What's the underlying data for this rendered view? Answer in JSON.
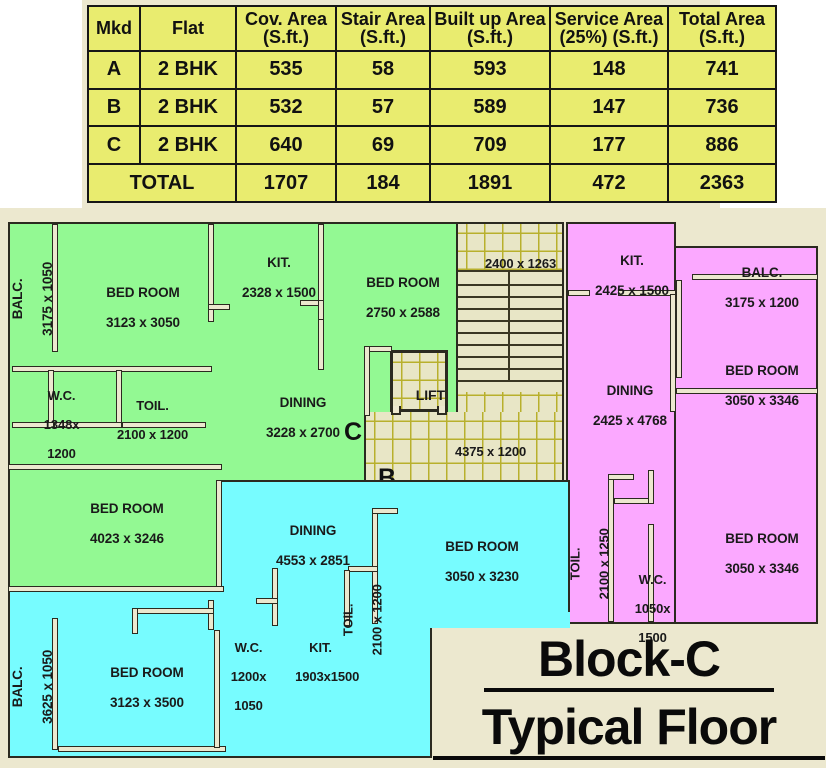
{
  "table": {
    "headers": [
      {
        "l1": "Mkd",
        "l2": ""
      },
      {
        "l1": "Flat",
        "l2": ""
      },
      {
        "l1": "Cov. Area",
        "l2": "(S.ft.)"
      },
      {
        "l1": "Stair Area",
        "l2": "(S.ft.)"
      },
      {
        "l1": "Built up Area",
        "l2": "(S.ft.)"
      },
      {
        "l1": "Service Area",
        "l2": "(25%) (S.ft.)"
      },
      {
        "l1": "Total Area",
        "l2": "(S.ft.)"
      }
    ],
    "rows": [
      {
        "mkd": "A",
        "flat": "2 BHK",
        "cov": "535",
        "stair": "58",
        "built": "593",
        "service": "148",
        "total": "741"
      },
      {
        "mkd": "B",
        "flat": "2 BHK",
        "cov": "532",
        "stair": "57",
        "built": "589",
        "service": "147",
        "total": "736"
      },
      {
        "mkd": "C",
        "flat": "2 BHK",
        "cov": "640",
        "stair": "69",
        "built": "709",
        "service": "177",
        "total": "886"
      }
    ],
    "total_row": {
      "label": "TOTAL",
      "cov": "1707",
      "stair": "184",
      "built": "1891",
      "service": "472",
      "total": "2363"
    }
  },
  "title": {
    "line1": "Block-C",
    "line2": "Typical Floor"
  },
  "flat_marks": {
    "a": "A",
    "b": "B",
    "c": "C"
  },
  "colors": {
    "flat_c_green": "#93F993",
    "flat_a_pink": "#FBA8FF",
    "flat_b_cyan": "#77FCFF",
    "background": "#ECE8CF",
    "table_yellow": "#E9EC6F",
    "wall": "#ECE8CF",
    "wall_line": "#2B2A20",
    "hatch": "#E8E6C6"
  },
  "core": {
    "stair_upper_dim": "2400 x 1263",
    "stair_lower_dim": "4375 x 1200",
    "lift_label": "LIFT"
  },
  "rooms_green": [
    {
      "name": "BALC.",
      "dim": "3175 x 1050"
    },
    {
      "name": "BED ROOM",
      "dim": "3123 x 3050"
    },
    {
      "name": "KIT.",
      "dim": "2328 x 1500"
    },
    {
      "name": "BED ROOM",
      "dim": "2750 x 2588"
    },
    {
      "name": "W.C.",
      "dim": "1348x\n1200"
    },
    {
      "name": "TOIL.",
      "dim": "2100 x 1200"
    },
    {
      "name": "DINING",
      "dim": "3228 x 2700"
    },
    {
      "name": "BED ROOM",
      "dim": "4023 x 3246"
    }
  ],
  "rooms_pink": [
    {
      "name": "KIT.",
      "dim": "2425 x 1500"
    },
    {
      "name": "BALC.",
      "dim": "3175 x 1200"
    },
    {
      "name": "DINING",
      "dim": "2425 x 4768"
    },
    {
      "name": "BED ROOM",
      "dim": "3050 x 3346"
    },
    {
      "name": "TOIL.",
      "dim": "2100 x 1250"
    },
    {
      "name": "W.C.",
      "dim": "1050x\n1500"
    },
    {
      "name": "BED ROOM",
      "dim": "3050 x 3346"
    }
  ],
  "rooms_cyan": [
    {
      "name": "DINING",
      "dim": "4553 x 2851"
    },
    {
      "name": "BED ROOM",
      "dim": "3050 x 3230"
    },
    {
      "name": "TOIL.",
      "dim": "2100 x 1200"
    },
    {
      "name": "KIT.",
      "dim": "1903x1500"
    },
    {
      "name": "W.C.",
      "dim": "1200x\n1050"
    },
    {
      "name": "BALC.",
      "dim": "3625 x 1050"
    },
    {
      "name": "BED ROOM",
      "dim": "3123 x 3500"
    }
  ],
  "labels": {
    "balc_green": "BALC.",
    "balc_green_dim": "3175 x 1050",
    "bed_g1": "BED ROOM",
    "bed_g1_dim": "3123 x 3050",
    "kit_g": "KIT.",
    "kit_g_dim": "2328 x 1500",
    "bed_g2": "BED ROOM",
    "bed_g2_dim": "2750 x 2588",
    "wc_g": "W.C.",
    "wc_g_dim1": "1348x",
    "wc_g_dim2": "1200",
    "toil_g": "TOIL.",
    "toil_g_dim": "2100 x 1200",
    "dining_g": "DINING",
    "dining_g_dim": "3228 x 2700",
    "bed_g3": "BED ROOM",
    "bed_g3_dim": "4023 x 3246",
    "kit_p": "KIT.",
    "kit_p_dim": "2425 x 1500",
    "balc_p": "BALC.",
    "balc_p_dim": "3175 x 1200",
    "dining_p": "DINING",
    "dining_p_dim": "2425 x 4768",
    "bed_p1": "BED ROOM",
    "bed_p1_dim": "3050 x 3346",
    "toil_p": "TOIL.",
    "toil_p_dim": "2100 x 1250",
    "wc_p": "W.C.",
    "wc_p_dim1": "1050x",
    "wc_p_dim2": "1500",
    "bed_p2": "BED ROOM",
    "bed_p2_dim": "3050 x 3346",
    "dining_c": "DINING",
    "dining_c_dim": "4553 x 2851",
    "bed_c1": "BED ROOM",
    "bed_c1_dim": "3050 x 3230",
    "toil_c": "TOIL.",
    "toil_c_dim": "2100 x 1200",
    "kit_c": "KIT.",
    "kit_c_dim": "1903x1500",
    "wc_c": "W.C.",
    "wc_c_dim1": "1200x",
    "wc_c_dim2": "1050",
    "balc_c": "BALC.",
    "balc_c_dim": "3625 x 1050",
    "bed_c2": "BED ROOM",
    "bed_c2_dim": "3123 x 3500"
  }
}
